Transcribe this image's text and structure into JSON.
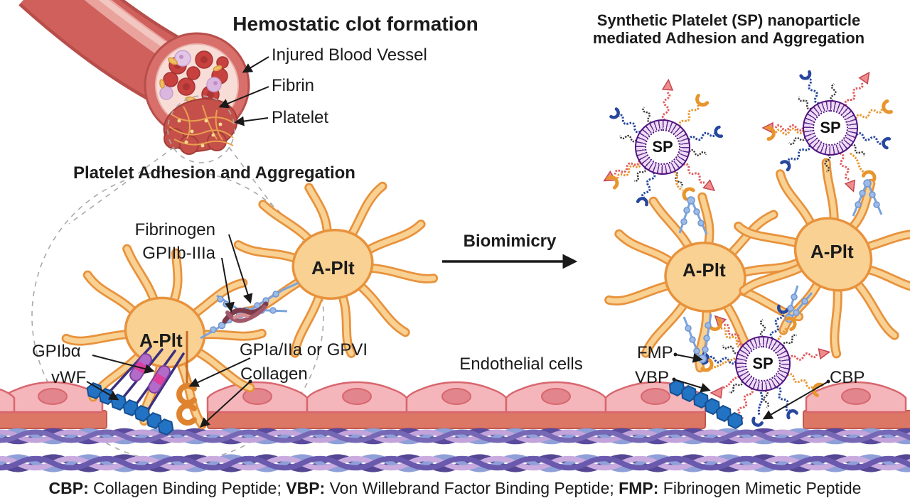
{
  "titles": {
    "left": "Hemostatic clot formation",
    "left_sub": "Platelet Adhesion and Aggregation",
    "right_line1": "Synthetic Platelet (SP) nanoparticle",
    "right_line2": "mediated Adhesion and Aggregation",
    "process": "Biomimicry"
  },
  "vessel_labels": {
    "injured_vessel": "Injured Blood Vessel",
    "fibrin": "Fibrin",
    "platelet": "Platelet"
  },
  "molecule_labels": {
    "fibrinogen": "Fibrinogen",
    "gpiib_iiia": "GPIIb-IIIa",
    "gpiba": "GPIbα",
    "vwf": "vWF",
    "gpia_iia": "GPIa/IIa or GPVI",
    "collagen": "Collagen",
    "endothelial": "Endothelial cells",
    "fmp": "FMP",
    "vbp": "VBP",
    "cbp": "CBP"
  },
  "cell_labels": {
    "activated_platelet": "A-Plt",
    "synthetic_platelet": "SP"
  },
  "legend": {
    "cbp_abbr": "CBP:",
    "cbp_text": " Collagen Binding Peptide; ",
    "vbp_abbr": "VBP:",
    "vbp_text": " Von Willebrand Factor Binding Peptide; ",
    "fmp_abbr": "FMP:",
    "fmp_text": " Fibrinogen Mimetic Peptide"
  },
  "colors": {
    "platelet_fill": "#f8d193",
    "platelet_outline": "#e8923c",
    "sp_membrane": "#eedcf6",
    "sp_outline": "#4f1280",
    "vwf_blue": "#2273c3",
    "collagen_purple": "#6a5aae",
    "endothelium_pink": "#f4b6ba",
    "endothelium_base": "#dd7765",
    "fmp_orange": "#e8952e",
    "vbp_red": "#e05a5a",
    "cbp_blue": "#27479e",
    "vessel_red": "#cf605c",
    "text": "#1b1b1b"
  }
}
